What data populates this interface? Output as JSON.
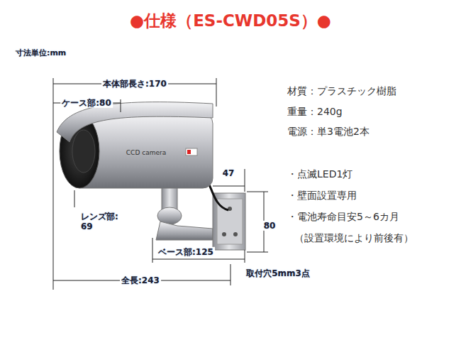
{
  "diagram": {
    "title": "●仕様（ES-CWD05S）●",
    "labels": [
      "寸法単位:mm",
      "本体部長さ:170",
      "ケース部:80",
      "レンズ部: 69",
      "CCD camera",
      "47",
      "80",
      "ベース部:125",
      "全長:243",
      "取付穴5mm3点",
      "材質：プラスチック樹脂",
      "重量：240g",
      "電源：単3電池2本",
      "・点滅LED1灯",
      "・壁面設置専用",
      "・電池寿命目安5～6カ月",
      "（設置環境により前後有）"
    ]
  }
}
